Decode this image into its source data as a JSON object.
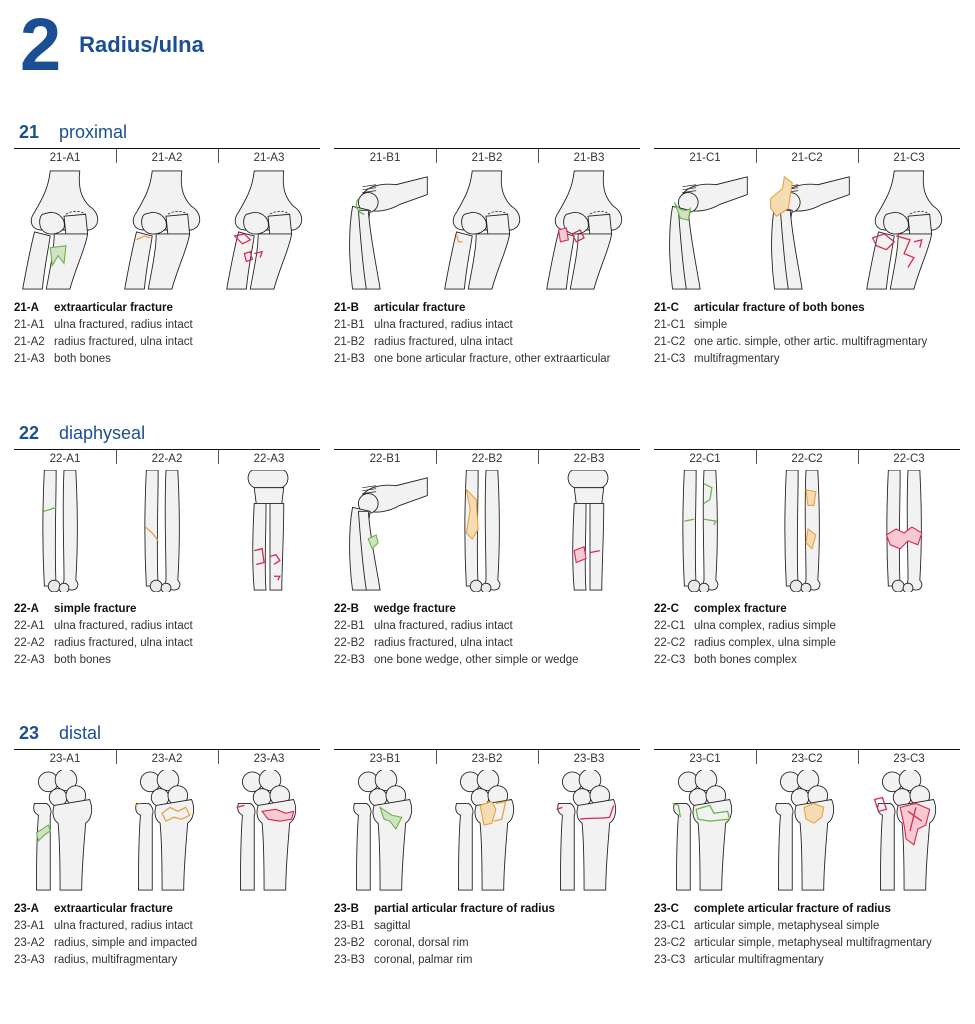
{
  "header": {
    "chapter_number": "2",
    "chapter_title": "Radius/ulna"
  },
  "colors": {
    "brand_blue": "#1a4f94",
    "type_A": "#6bb34a",
    "type_B": "#e8a13c",
    "type_C": "#d8274e"
  },
  "sections": [
    {
      "number": "21",
      "name": "proximal",
      "groups": [
        {
          "labels": [
            "21-A1",
            "21-A2",
            "21-A3"
          ],
          "legend_head": {
            "code": "21-A",
            "text": "extraarticular fracture"
          },
          "legend_items": [
            {
              "code": "21-A1",
              "text": "ulna fractured, radius intact"
            },
            {
              "code": "21-A2",
              "text": "radius fractured, ulna intact"
            },
            {
              "code": "21-A3",
              "text": "both bones"
            }
          ]
        },
        {
          "labels": [
            "21-B1",
            "21-B2",
            "21-B3"
          ],
          "legend_head": {
            "code": "21-B",
            "text": "articular fracture"
          },
          "legend_items": [
            {
              "code": "21-B1",
              "text": "ulna fractured, radius intact"
            },
            {
              "code": "21-B2",
              "text": "radius fractured, ulna intact"
            },
            {
              "code": "21-B3",
              "text": "one bone articular fracture, other extraarticular"
            }
          ]
        },
        {
          "labels": [
            "21-C1",
            "21-C2",
            "21-C3"
          ],
          "legend_head": {
            "code": "21-C",
            "text": "articular fracture of both bones"
          },
          "legend_items": [
            {
              "code": "21-C1",
              "text": "simple"
            },
            {
              "code": "21-C2",
              "text": "one artic. simple, other artic. multifragmentary"
            },
            {
              "code": "21-C3",
              "text": "multifragmentary"
            }
          ]
        }
      ]
    },
    {
      "number": "22",
      "name": "diaphyseal",
      "groups": [
        {
          "labels": [
            "22-A1",
            "22-A2",
            "22-A3"
          ],
          "legend_head": {
            "code": "22-A",
            "text": "simple fracture"
          },
          "legend_items": [
            {
              "code": "22-A1",
              "text": "ulna fractured, radius intact"
            },
            {
              "code": "22-A2",
              "text": "radius fractured, ulna intact"
            },
            {
              "code": "22-A3",
              "text": "both bones"
            }
          ]
        },
        {
          "labels": [
            "22-B1",
            "22-B2",
            "22-B3"
          ],
          "legend_head": {
            "code": "22-B",
            "text": "wedge fracture"
          },
          "legend_items": [
            {
              "code": "22-B1",
              "text": "ulna fractured, radius intact"
            },
            {
              "code": "22-B2",
              "text": "radius fractured, ulna intact"
            },
            {
              "code": "22-B3",
              "text": "one bone wedge, other simple or wedge"
            }
          ]
        },
        {
          "labels": [
            "22-C1",
            "22-C2",
            "22-C3"
          ],
          "legend_head": {
            "code": "22-C",
            "text": "complex fracture"
          },
          "legend_items": [
            {
              "code": "22-C1",
              "text": "ulna complex, radius simple"
            },
            {
              "code": "22-C2",
              "text": "radius complex, ulna simple"
            },
            {
              "code": "22-C3",
              "text": "both bones complex"
            }
          ]
        }
      ]
    },
    {
      "number": "23",
      "name": "distal",
      "groups": [
        {
          "labels": [
            "23-A1",
            "23-A2",
            "23-A3"
          ],
          "legend_head": {
            "code": "23-A",
            "text": "extraarticular fracture"
          },
          "legend_items": [
            {
              "code": "23-A1",
              "text": "ulna fractured, radius intact"
            },
            {
              "code": "23-A2",
              "text": "radius, simple and impacted"
            },
            {
              "code": "23-A3",
              "text": "radius, multifragmentary"
            }
          ]
        },
        {
          "labels": [
            "23-B1",
            "23-B2",
            "23-B3"
          ],
          "legend_head": {
            "code": "23-B",
            "text": "partial articular fracture of radius"
          },
          "legend_items": [
            {
              "code": "23-B1",
              "text": "sagittal"
            },
            {
              "code": "23-B2",
              "text": "coronal, dorsal rim"
            },
            {
              "code": "23-B3",
              "text": "coronal, palmar rim"
            }
          ]
        },
        {
          "labels": [
            "23-C1",
            "23-C2",
            "23-C3"
          ],
          "legend_head": {
            "code": "23-C",
            "text": "complete articular fracture of radius"
          },
          "legend_items": [
            {
              "code": "23-C1",
              "text": "articular simple, metaphyseal simple"
            },
            {
              "code": "23-C2",
              "text": "articular simple, metaphyseal multifragmentary"
            },
            {
              "code": "23-C3",
              "text": "articular multifragmentary"
            }
          ]
        }
      ]
    }
  ]
}
